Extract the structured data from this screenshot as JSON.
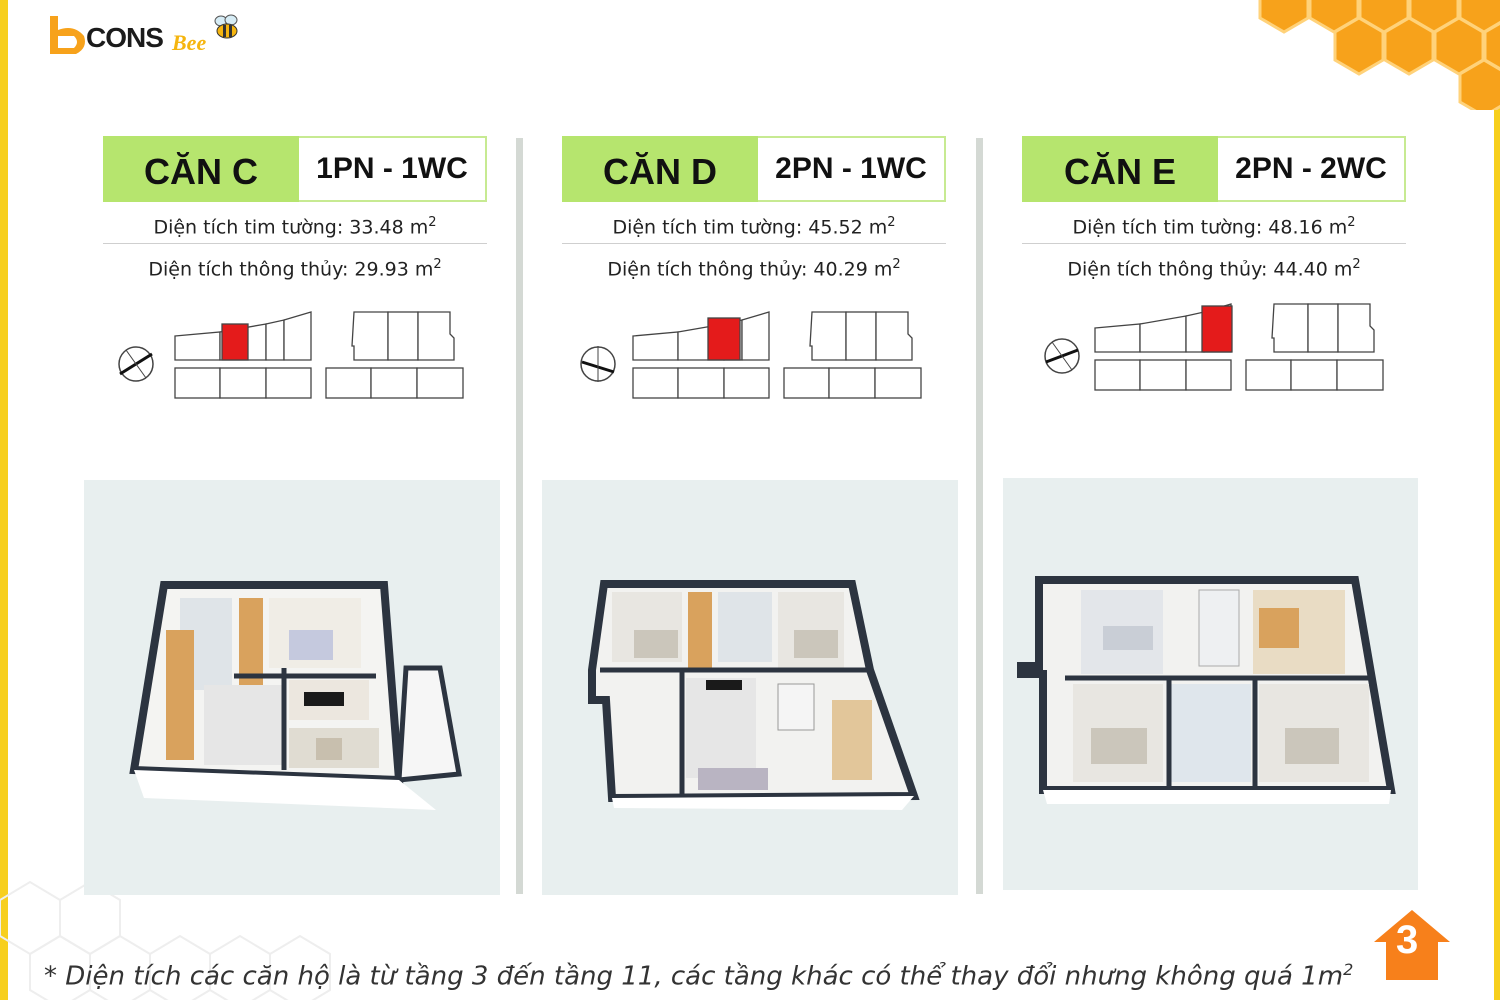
{
  "brand": {
    "logo_main": "CONS",
    "logo_accent": "Bee",
    "accent_color": "#f7a21b",
    "frame_color": "#f7cf1d",
    "header_green": "#b6e56e"
  },
  "units": [
    {
      "name": "CĂN C",
      "rooms": "1PN - 1WC",
      "area_wall_label": "Diện tích tim tường: 33.48  m",
      "area_clear_label": "Diện tích thông thủy: 29.93 m",
      "unit_sup": "2",
      "highlighted_slot": 1,
      "plan_image": "apartment-3d-floorplan-c"
    },
    {
      "name": "CĂN D",
      "rooms": "2PN - 1WC",
      "area_wall_label": "Diện tích tim tường: 45.52  m",
      "area_clear_label": "Diện tích thông thủy: 40.29 m",
      "unit_sup": "2",
      "highlighted_slot": 2,
      "plan_image": "apartment-3d-floorplan-d"
    },
    {
      "name": "CĂN E",
      "rooms": "2PN - 2WC",
      "area_wall_label": "Diện tích tim tường: 48.16  m",
      "area_clear_label": "Diện tích thông thủy: 44.40 m",
      "unit_sup": "2",
      "highlighted_slot": 3,
      "plan_image": "apartment-3d-floorplan-e"
    }
  ],
  "footnote": {
    "text": "* Diện tích các căn hộ là từ tầng 3 đến tầng 11, các tầng khác có thể thay đổi nhưng không quá 1m",
    "sup": "2"
  },
  "page_number": "3"
}
